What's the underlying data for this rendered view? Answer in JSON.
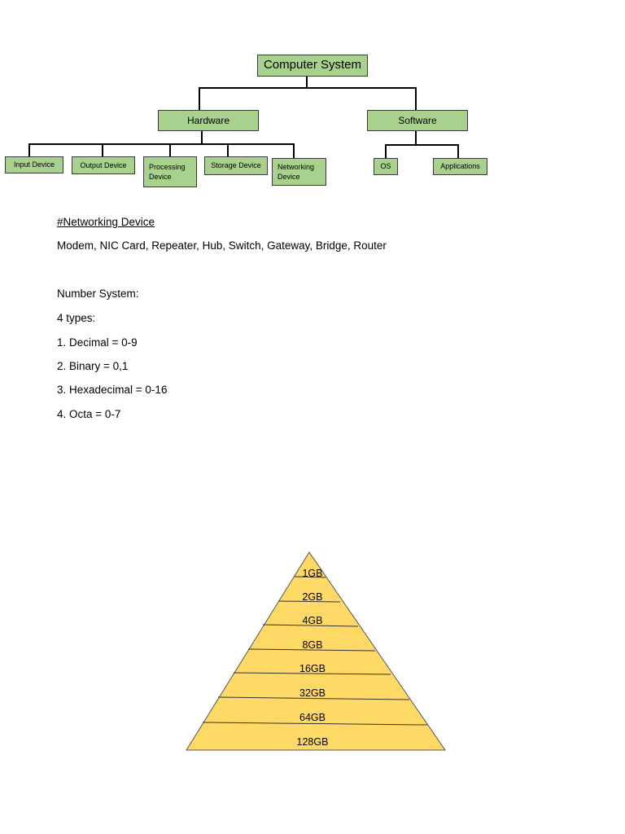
{
  "tree": {
    "root": "Computer System",
    "hardware": "Hardware",
    "software": "Software",
    "hardware_children": [
      "Input Device",
      "Output Device",
      "Processing Device",
      "Storage Device",
      "Networking Device"
    ],
    "software_children": [
      "OS",
      "Applications"
    ]
  },
  "networking": {
    "heading": "#Networking Device",
    "devices": "Modem, NIC Card, Repeater, Hub, Switch, Gateway, Bridge, Router"
  },
  "number_system": {
    "title": "Number System:",
    "types_label": "4 types:",
    "items": [
      "1. Decimal = 0-9",
      "2. Binary = 0,1",
      "3. Hexadecimal = 0-16",
      "4. Octa = 0-7"
    ]
  },
  "pyramid": {
    "fill": "#ffd966",
    "levels": [
      "1GB",
      "2GB",
      "4GB",
      "8GB",
      "16GB",
      "32GB",
      "64GB",
      "128GB"
    ]
  },
  "colors": {
    "node_fill": "#a9d18e"
  }
}
